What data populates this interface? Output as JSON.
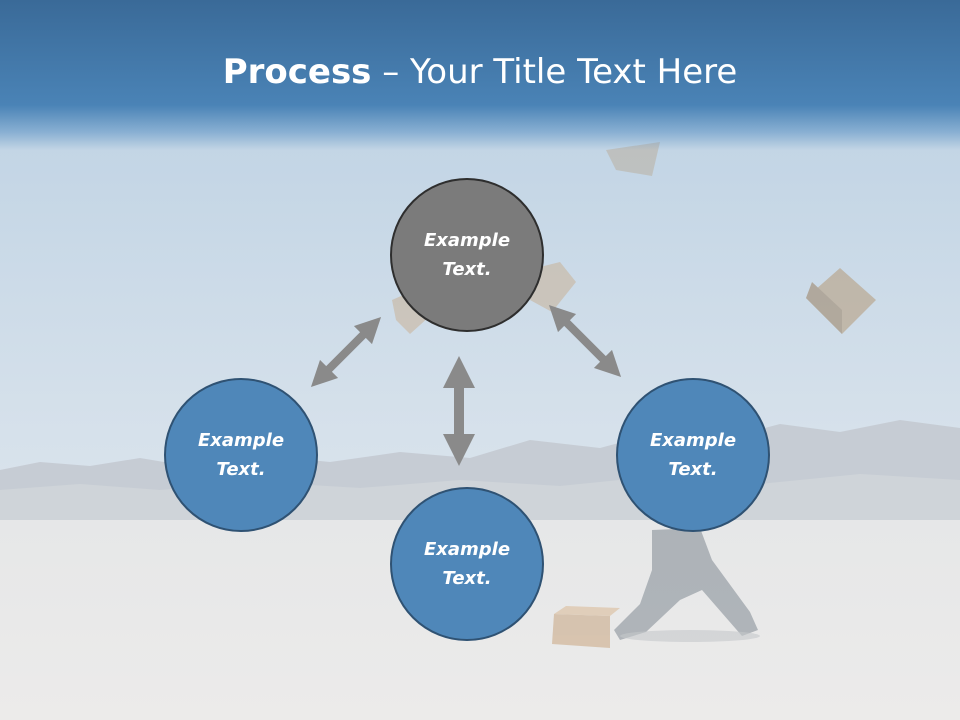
{
  "title": {
    "bold": "Process",
    "rest": " – Your Title Text Here"
  },
  "nodes": [
    {
      "id": "top",
      "line1": "Example",
      "line2": "Text.",
      "color": "#7b7b7b"
    },
    {
      "id": "left",
      "line1": "Example",
      "line2": "Text.",
      "color": "#4f87b9"
    },
    {
      "id": "right",
      "line1": "Example",
      "line2": "Text.",
      "color": "#4f87b9"
    },
    {
      "id": "bottom",
      "line1": "Example",
      "line2": "Text.",
      "color": "#4f87b9"
    }
  ],
  "colors": {
    "header": "#4a83b6",
    "node_blue": "#4f87b9",
    "node_gray": "#7b7b7b",
    "arrow": "#8a8a8a"
  }
}
